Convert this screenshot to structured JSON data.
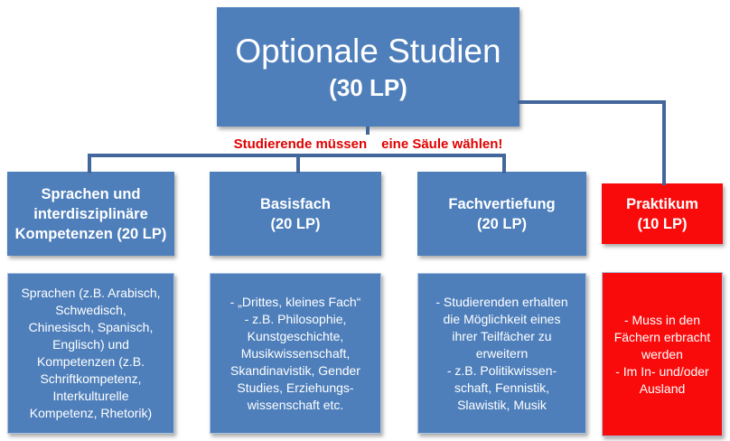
{
  "diagram": {
    "root": {
      "title": "Optionale Studien",
      "subtitle": "(30 LP)"
    },
    "note": {
      "part1": "Studierende müssen",
      "part2": "eine Säule wählen!"
    },
    "columns": [
      {
        "header": "Sprachen und\ninterdisziplinäre\nKompetenzen (20 LP)",
        "body": "Sprachen (z.B. Arabisch,\nSchwedisch,\nChinesisch, Spanisch,\nEnglisch) und\nKompetenzen (z.B.\nSchriftkompetenz,\nInterkulturelle\nKompetenz, Rhetorik)",
        "color": "blue"
      },
      {
        "header": "Basisfach\n(20 LP)",
        "body": "- „Drittes, kleines Fach“\n-   z.B. Philosophie,\nKunstgeschichte,\nMusikwissenschaft,\nSkandinavistik,  Gender\nStudies, Erziehungs-\nwissenschaft etc.",
        "color": "blue"
      },
      {
        "header": "Fachvertiefung\n(20 LP)",
        "body": "-   Studierenden erhalten\ndie Möglichkeit eines\nihrer Teilfächer zu\nerweitern\n-   z.B. Politikwissen-\nschaft, Fennistik,\nSlawistik, Musik",
        "color": "blue"
      },
      {
        "header": "Praktikum\n(10 LP)",
        "body": "- Muss in den\nFächern erbracht\nwerden\n- Im In- und/oder\nAusland",
        "color": "red"
      }
    ],
    "colors": {
      "box_blue": "#4e7fbb",
      "box_red": "#fa0b0b",
      "connector_line": "#44679b",
      "note_text": "#e00000",
      "text": "#ffffff",
      "background": "#ffffff"
    }
  }
}
